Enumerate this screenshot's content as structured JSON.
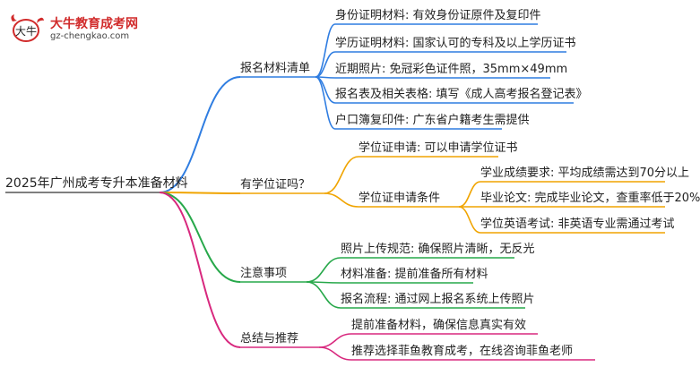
{
  "logo": {
    "title": "大牛教育成考网",
    "url": "gz-chengkao.com",
    "emblem_text": "大牛"
  },
  "root": {
    "label": "2025年广州成考专升本准备材料"
  },
  "branches": [
    {
      "label": "报名材料清单",
      "color": "#2f7de1",
      "children": [
        {
          "label": "身份证明材料: 有效身份证原件及复印件"
        },
        {
          "label": "学历证明材料: 国家认可的专科及以上学历证书"
        },
        {
          "label": "近期照片: 免冠彩色证件照，35mm×49mm"
        },
        {
          "label": "报名表及相关表格: 填写《成人高考报名登记表》"
        },
        {
          "label": "户口簿复印件: 广东省户籍考生需提供"
        }
      ]
    },
    {
      "label": "有学位证吗？",
      "color": "#f0a400",
      "children": [
        {
          "label": "学位证申请: 可以申请学位证书"
        },
        {
          "label": "学位证申请条件",
          "children": [
            {
              "label": "学业成绩要求: 平均成绩需达到70分以上"
            },
            {
              "label": "毕业论文: 完成毕业论文，查重率低于20%"
            },
            {
              "label": "学位英语考试: 非英语专业需通过考试"
            }
          ]
        }
      ]
    },
    {
      "label": "注意事项",
      "color": "#27a84a",
      "children": [
        {
          "label": "照片上传规范: 确保照片清晰，无反光"
        },
        {
          "label": "材料准备: 提前准备所有材料"
        },
        {
          "label": "报名流程: 通过网上报名系统上传照片"
        }
      ]
    },
    {
      "label": "总结与推荐",
      "color": "#d8287e",
      "children": [
        {
          "label": "提前准备材料，确保信息真实有效"
        },
        {
          "label": "推荐选择菲鱼教育成考，在线咨询菲鱼老师"
        }
      ]
    }
  ]
}
